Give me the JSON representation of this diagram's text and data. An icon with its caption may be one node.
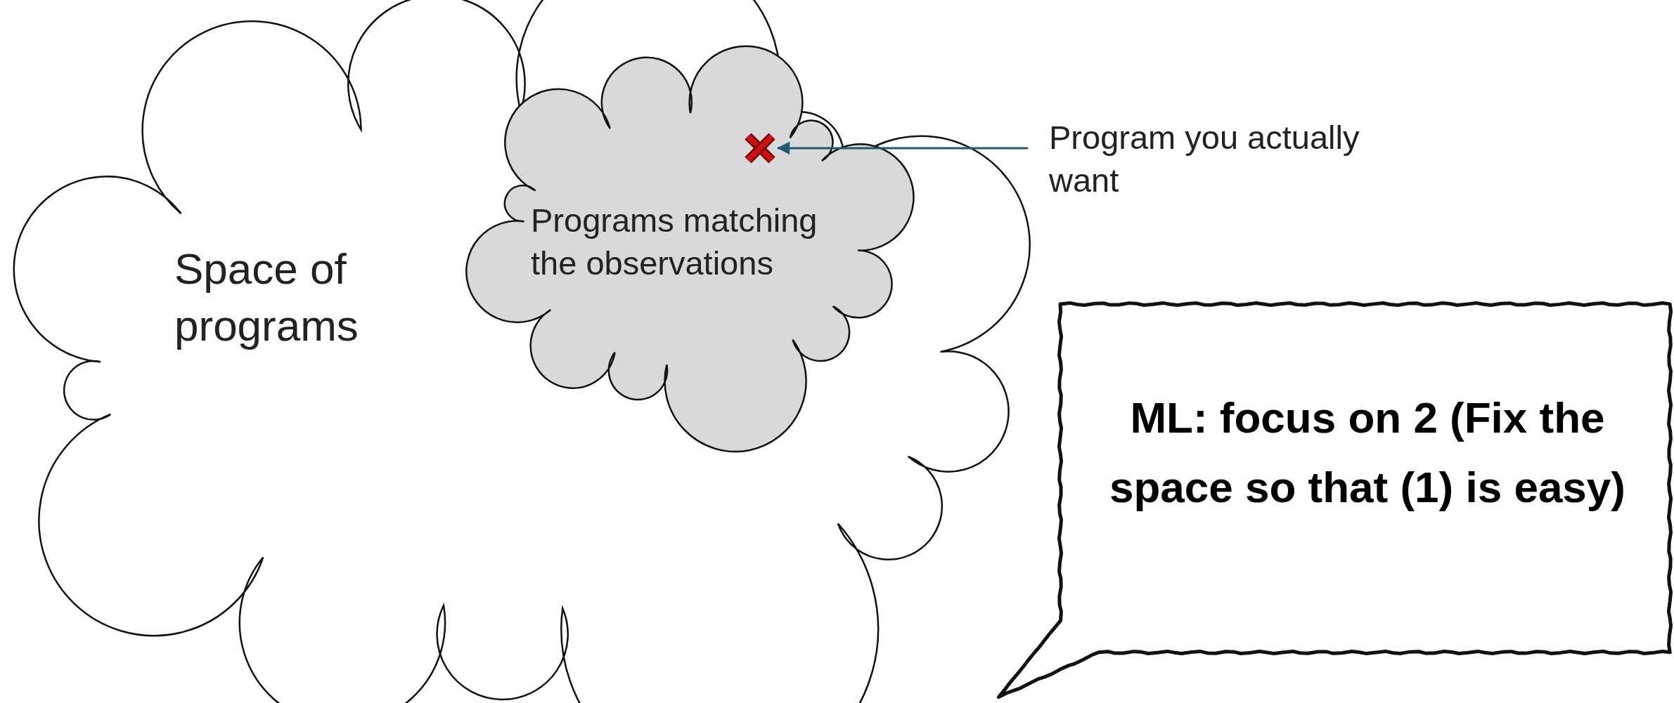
{
  "diagram": {
    "nodes": [
      {
        "text": [
          "Space of programs"
        ]
      },
      {
        "text": [
          "Programs matching the observations"
        ],
        "in": 0
      },
      {
        "text": [],
        "shape": "cross",
        "in": 1
      },
      {
        "text": [
          "Program you actually want"
        ]
      },
      {
        "text": [
          "ML: focus on 2 (Fix the space so that (1) is easy)"
        ]
      }
    ],
    "edges": [
      {
        "from": 3,
        "to": 2,
        "arrow": "to"
      }
    ]
  }
}
